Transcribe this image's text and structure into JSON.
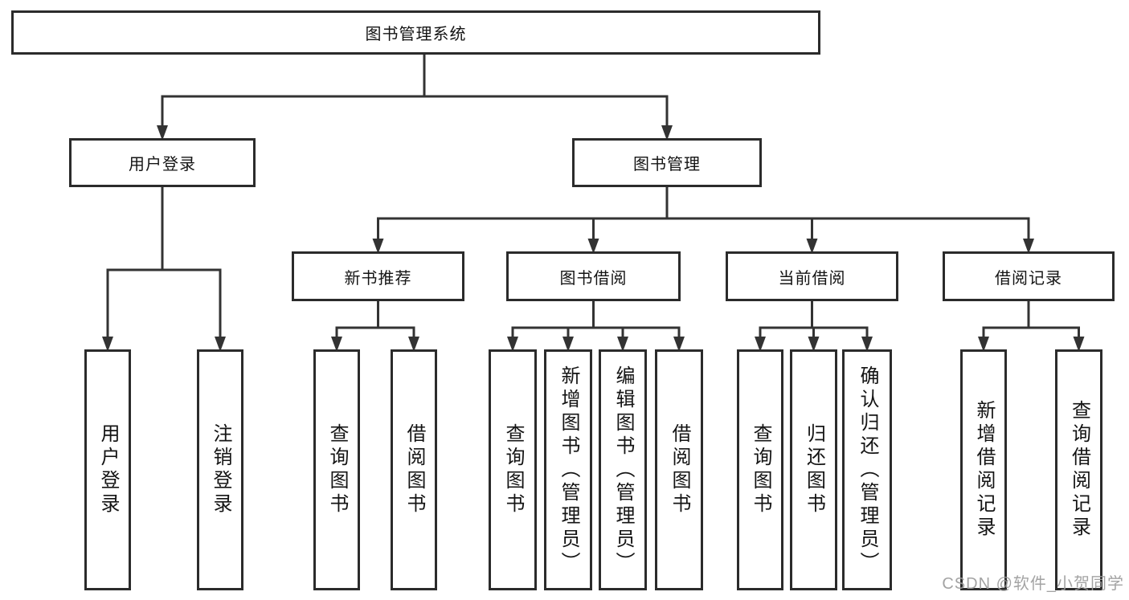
{
  "diagram": {
    "title": "图书管理系统",
    "type": "hierarchy-tree",
    "nodes": [
      {
        "id": "root",
        "label": "图书管理系统",
        "parent": null
      },
      {
        "id": "user-login-group",
        "label": "用户登录",
        "parent": "root"
      },
      {
        "id": "book-mgmt",
        "label": "图书管理",
        "parent": "root"
      },
      {
        "id": "login",
        "label": "用户登录",
        "parent": "user-login-group"
      },
      {
        "id": "logout",
        "label": "注销登录",
        "parent": "user-login-group"
      },
      {
        "id": "new-book-rec",
        "label": "新书推荐",
        "parent": "book-mgmt"
      },
      {
        "id": "book-borrow",
        "label": "图书借阅",
        "parent": "book-mgmt"
      },
      {
        "id": "current-borrow",
        "label": "当前借阅",
        "parent": "book-mgmt"
      },
      {
        "id": "borrow-records",
        "label": "借阅记录",
        "parent": "book-mgmt"
      },
      {
        "id": "rec-query-book",
        "label": "查询图书",
        "parent": "new-book-rec"
      },
      {
        "id": "rec-borrow-book",
        "label": "借阅图书",
        "parent": "new-book-rec"
      },
      {
        "id": "bb-query-book",
        "label": "查询图书",
        "parent": "book-borrow"
      },
      {
        "id": "bb-add-book",
        "label": "新增图书（管理员）",
        "parent": "book-borrow"
      },
      {
        "id": "bb-edit-book",
        "label": "编辑图书（管理员）",
        "parent": "book-borrow"
      },
      {
        "id": "bb-borrow-book",
        "label": "借阅图书",
        "parent": "book-borrow"
      },
      {
        "id": "cb-query-book",
        "label": "查询图书",
        "parent": "current-borrow"
      },
      {
        "id": "cb-return-book",
        "label": "归还图书",
        "parent": "current-borrow"
      },
      {
        "id": "cb-confirm-return",
        "label": "确认归还（管理员）",
        "parent": "current-borrow"
      },
      {
        "id": "br-add-record",
        "label": "新增借阅记录",
        "parent": "borrow-records"
      },
      {
        "id": "br-query-record",
        "label": "查询借阅记录",
        "parent": "borrow-records"
      }
    ]
  },
  "watermark": {
    "text": "CSDN @软件_小贺同学"
  },
  "colors": {
    "line": "#333333",
    "border": "#2b2b2b",
    "text": "#141414",
    "watermark": "#9c9c9c",
    "background": "#ffffff"
  }
}
